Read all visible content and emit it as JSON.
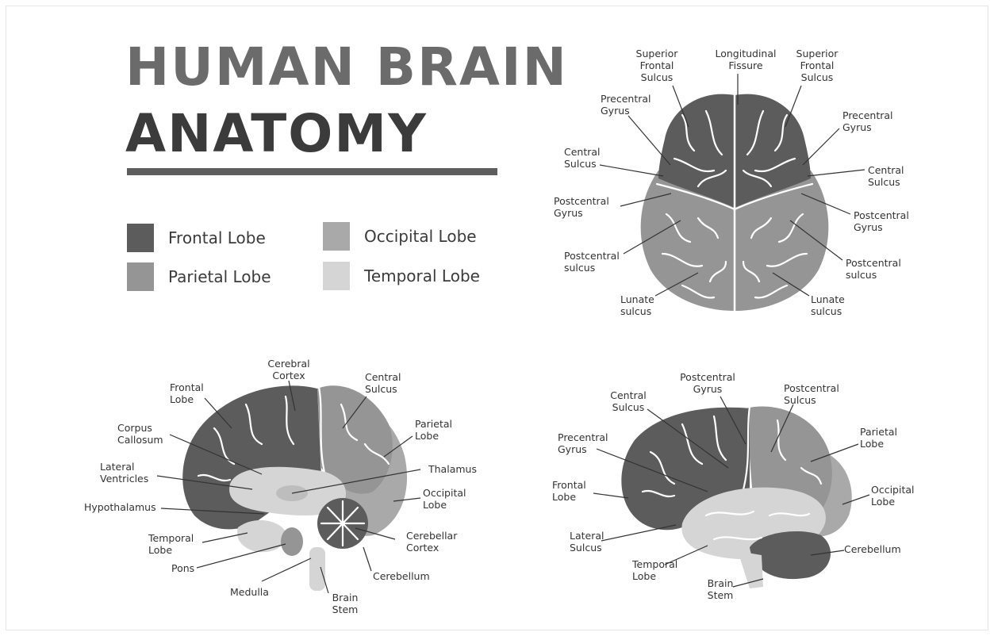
{
  "title": {
    "line1": "HUMAN BRAIN",
    "line2": "ANATOMY"
  },
  "legend": [
    {
      "label": "Frontal Lobe",
      "color": "#5c5c5c"
    },
    {
      "label": "Parietal Lobe",
      "color": "#959595"
    },
    {
      "label": "Occipital Lobe",
      "color": "#a9a9a9"
    },
    {
      "label": "Temporal Lobe",
      "color": "#d5d5d5"
    }
  ],
  "top_view": {
    "labels": [
      [
        "Superior",
        "Frontal",
        "Sulcus"
      ],
      [
        "Longitudinal",
        "Fissure"
      ],
      [
        "Superior",
        "Frontal",
        "Sulcus"
      ],
      [
        "Precentral",
        "Gyrus"
      ],
      [
        "Precentral",
        "Gyrus"
      ],
      [
        "Central",
        "Sulcus"
      ],
      [
        "Central",
        "Sulcus"
      ],
      [
        "Postcentral",
        "Gyrus"
      ],
      [
        "Postcentral",
        "Gyrus"
      ],
      [
        "Postcentral",
        "sulcus"
      ],
      [
        "Postcentral",
        "sulcus"
      ],
      [
        "Lunate",
        "sulcus"
      ],
      [
        "Lunate",
        "sulcus"
      ]
    ]
  },
  "sagittal_view": {
    "labels": [
      [
        "Cerebral",
        "Cortex"
      ],
      [
        "Central",
        "Sulcus"
      ],
      [
        "Frontal",
        "Lobe"
      ],
      [
        "Corpus",
        "Callosum"
      ],
      [
        "Parietal",
        "Lobe"
      ],
      [
        "Lateral",
        "Ventricles"
      ],
      [
        "Thalamus"
      ],
      [
        "Occipital",
        "Lobe"
      ],
      [
        "Hypothalamus"
      ],
      [
        "Temporal",
        "Lobe"
      ],
      [
        "Cerebellar",
        "Cortex"
      ],
      [
        "Pons"
      ],
      [
        "Cerebellum"
      ],
      [
        "Medulla"
      ],
      [
        "Brain",
        "Stem"
      ]
    ]
  },
  "lateral_view": {
    "labels": [
      [
        "Postcentral",
        "Gyrus"
      ],
      [
        "Central",
        "Sulcus"
      ],
      [
        "Postcentral",
        "Sulcus"
      ],
      [
        "Precentral",
        "Gyrus"
      ],
      [
        "Parietal",
        "Lobe"
      ],
      [
        "Frontal",
        "Lobe"
      ],
      [
        "Occipital",
        "Lobe"
      ],
      [
        "Lateral",
        "Sulcus"
      ],
      [
        "Cerebellum"
      ],
      [
        "Temporal",
        "Lobe"
      ],
      [
        "Brain",
        "Stem"
      ]
    ]
  }
}
